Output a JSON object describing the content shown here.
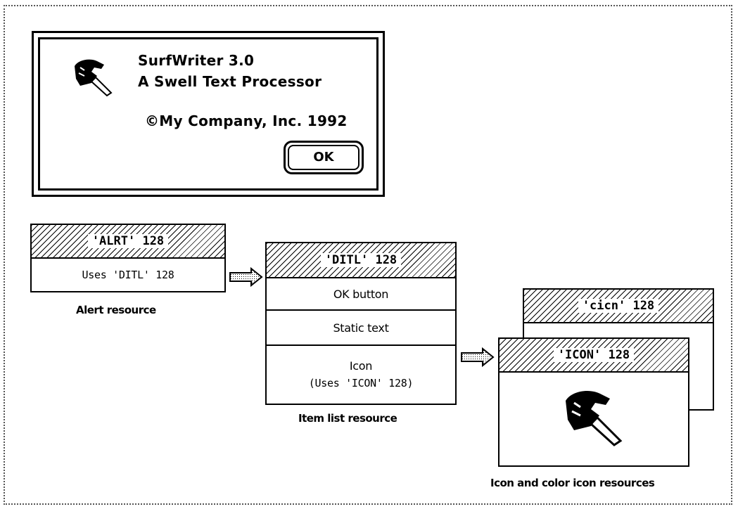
{
  "dialog": {
    "title": "SurfWriter 3.0",
    "subtitle": "A Swell Text Processor",
    "copyright": "©My Company, Inc. 1992",
    "ok_label": "OK"
  },
  "alert_resource": {
    "header": "'ALRT' 128",
    "body": "Uses 'DITL' 128",
    "caption": "Alert resource"
  },
  "item_list_resource": {
    "header": "'DITL' 128",
    "items": [
      "OK button",
      "Static text",
      "Icon",
      "(Uses 'ICON' 128)"
    ],
    "caption": "Item list resource"
  },
  "icon_resources": {
    "cicn_header": "'cicn' 128",
    "icon_header": "'ICON' 128",
    "caption": "Icon and color icon resources"
  },
  "icons": [
    "surfer-hand-icon",
    "arrow-right-icon"
  ]
}
